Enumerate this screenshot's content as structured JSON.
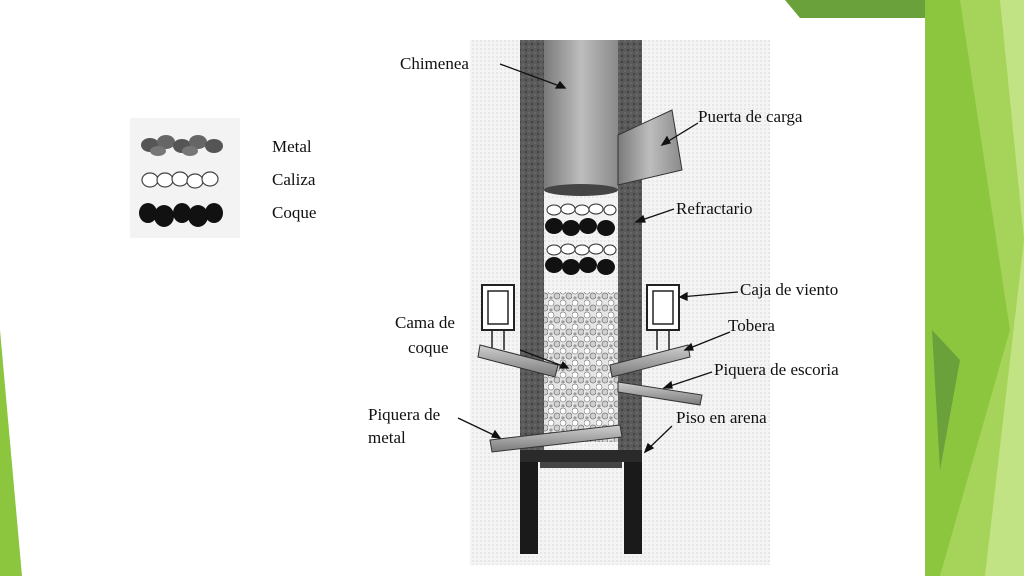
{
  "colors": {
    "accent_green": "#8cc63f",
    "accent_green_dark": "#6aa13a",
    "accent_green_light": "#b4dc6e",
    "wall_gray": "#555555",
    "steel_gray": "#999999"
  },
  "legend": {
    "metal": "Metal",
    "caliza": "Caliza",
    "coque": "Coque"
  },
  "labels": {
    "chimenea": "Chimenea",
    "puerta_carga": "Puerta  de carga",
    "refractario": "Refractario",
    "caja_viento": "Caja de viento",
    "tobera": "Tobera",
    "cama_coque_1": "Cama de",
    "cama_coque_2": "coque",
    "piquera_escoria": "Piquera de escoria",
    "piquera_metal_1": "Piquera de",
    "piquera_metal_2": "metal",
    "piso_arena": "Piso en arena"
  }
}
